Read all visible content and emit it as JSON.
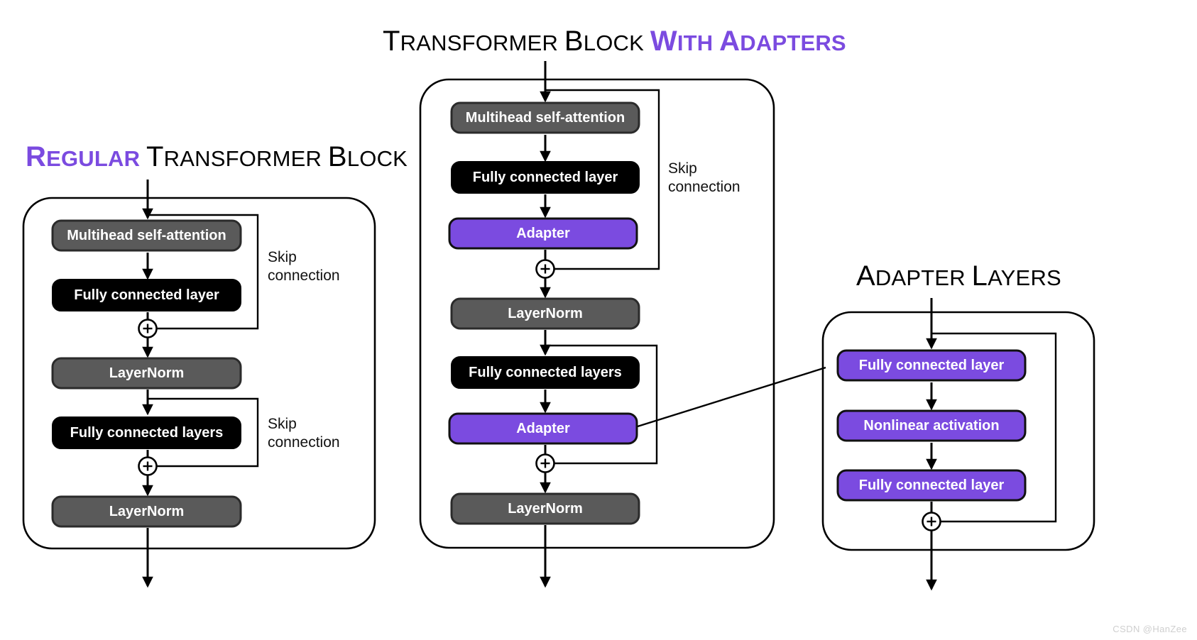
{
  "headings": {
    "regular": {
      "purple_word": "Regular",
      "rest": "Transformer block"
    },
    "adapters": {
      "pre": "Transformer block",
      "purple_word": "with Adapters"
    },
    "adapter_layers": {
      "text": "Adapter layers"
    }
  },
  "colors": {
    "purple": "#7b4be0",
    "purple_border": "#1a1a1a",
    "gray": "#5a5a5a",
    "gray_border": "#2b2b2b",
    "black": "#000000",
    "line": "#000000",
    "watermark": "#cfcfcf"
  },
  "annotations": {
    "skip_connection": "Skip\nconnection"
  },
  "regular_block": {
    "nodes": [
      {
        "label": "Multihead self-attention",
        "style": "gray"
      },
      {
        "label": "Fully connected layer",
        "style": "black"
      },
      {
        "label": "LayerNorm",
        "style": "gray"
      },
      {
        "label": "Fully connected layers",
        "style": "black"
      },
      {
        "label": "LayerNorm",
        "style": "gray"
      }
    ],
    "junctions": [
      "+",
      "+"
    ],
    "skip_labels": [
      "Skip\nconnection",
      "Skip\nconnection"
    ]
  },
  "adapter_block": {
    "nodes": [
      {
        "label": "Multihead self-attention",
        "style": "gray"
      },
      {
        "label": "Fully connected layer",
        "style": "black"
      },
      {
        "label": "Adapter",
        "style": "purple"
      },
      {
        "label": "LayerNorm",
        "style": "gray"
      },
      {
        "label": "Fully connected layers",
        "style": "black"
      },
      {
        "label": "Adapter",
        "style": "purple"
      },
      {
        "label": "LayerNorm",
        "style": "gray"
      }
    ],
    "junctions": [
      "+",
      "+"
    ],
    "skip_labels": [
      "Skip\nconnection"
    ]
  },
  "adapter_layers_block": {
    "nodes": [
      {
        "label": "Fully connected layer",
        "style": "purple"
      },
      {
        "label": "Nonlinear activation",
        "style": "purple"
      },
      {
        "label": "Fully connected layer",
        "style": "purple"
      }
    ],
    "junctions": [
      "+"
    ]
  },
  "watermark": "CSDN @HanZee"
}
